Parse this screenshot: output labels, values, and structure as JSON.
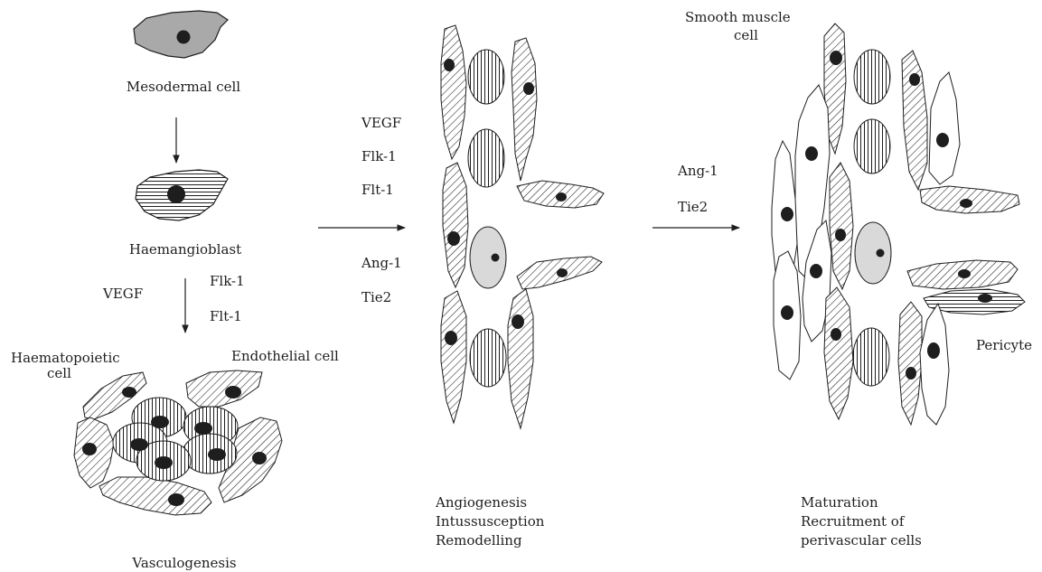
{
  "colors": {
    "ink": "#1e1e1e",
    "mesodermal_fill": "#a9a9a9",
    "light_nucleus_cell": "#d9d9d9"
  },
  "labels": {
    "mesodermal_cell": "Mesodermal cell",
    "haemangioblast": "Haemangioblast",
    "vegf_left": "VEGF",
    "flk1_left": "Flk-1",
    "flt1_left": "Flt-1",
    "haematopoietic_line1": "Haematopoietic",
    "haematopoietic_line2": "cell",
    "endothelial_cell": "Endothelial cell",
    "vasculogenesis": "Vasculogenesis",
    "vegf_mid": "VEGF",
    "flk1_mid": "Flk-1",
    "flt1_mid": "Flt-1",
    "ang1_mid": "Ang-1",
    "tie2_mid": "Tie2",
    "ang1_right": "Ang-1",
    "tie2_right": "Tie2",
    "smooth_muscle_line1": "Smooth muscle",
    "smooth_muscle_line2": "cell",
    "pericyte": "Pericyte"
  },
  "stage_captions": {
    "angiogenesis": [
      "Angiogenesis",
      "Intussusception",
      "Remodelling"
    ],
    "maturation": [
      "Maturation",
      "Recruitment of",
      "perivascular cells"
    ]
  }
}
